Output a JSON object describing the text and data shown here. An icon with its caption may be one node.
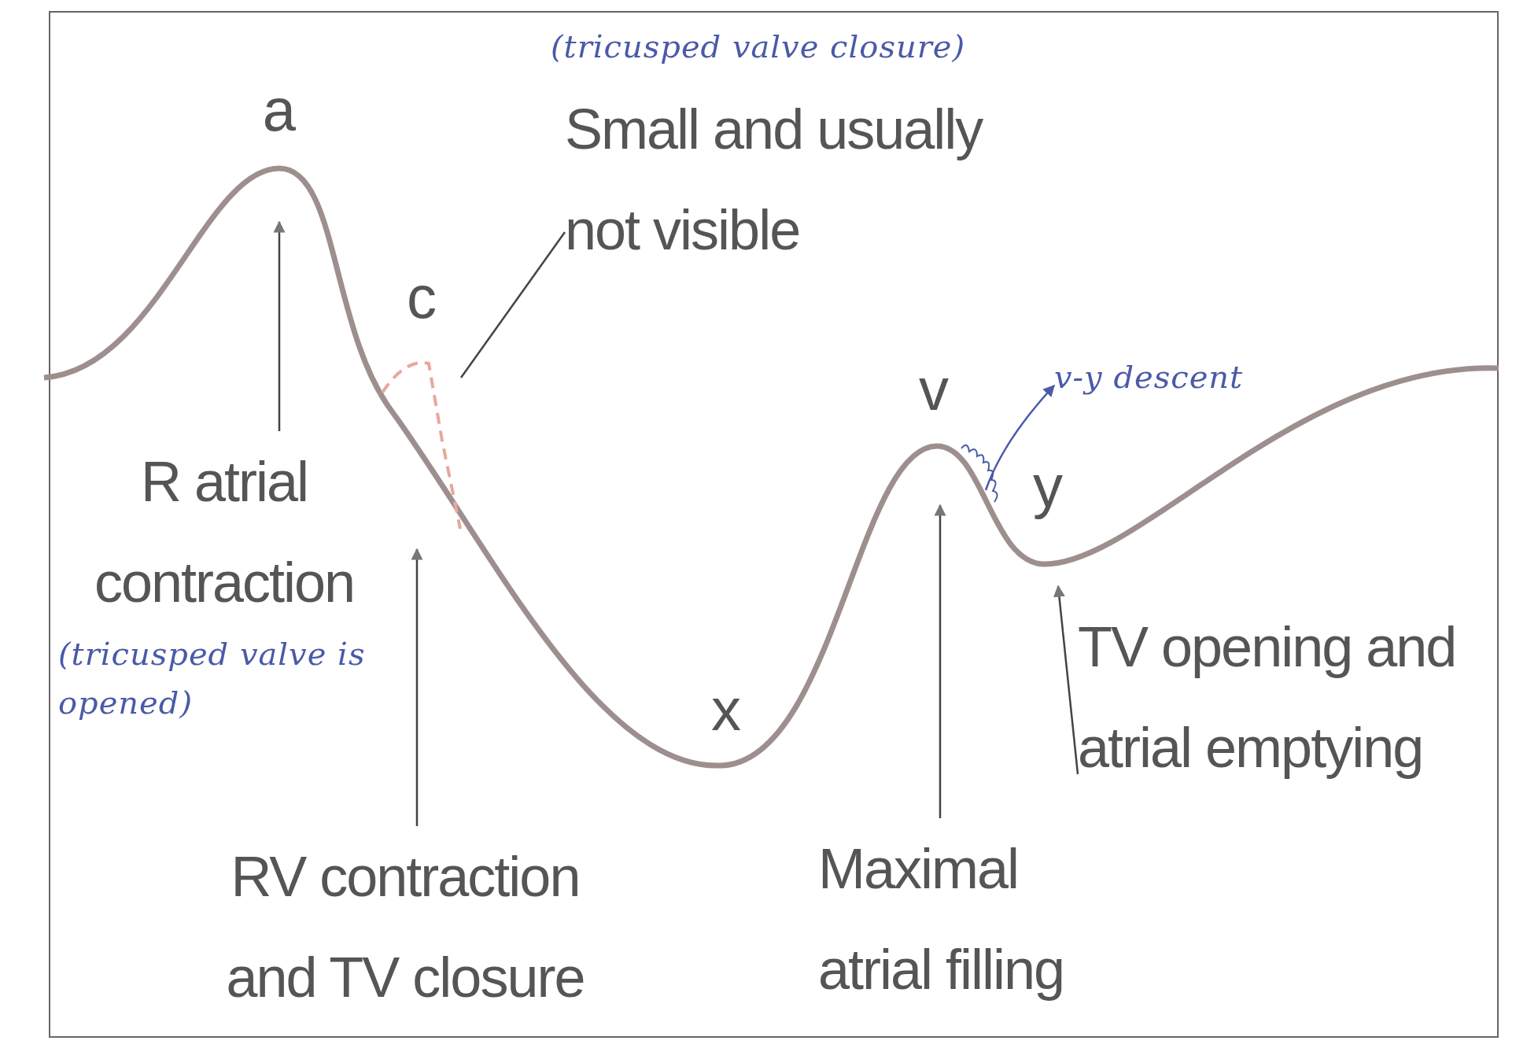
{
  "diagram": {
    "nodes": [
      {
        "text": [
          "R atrial contraction"
        ]
      },
      {
        "text": [
          "RV contraction and TV closure"
        ]
      },
      {
        "text": [
          "Small and usually not visible"
        ]
      },
      {
        "text": [
          "Maximal atrial filling"
        ]
      },
      {
        "text": [
          "TV opening and atrial emptying"
        ]
      },
      {
        "text": [
          "v-y descent"
        ]
      }
    ],
    "edges": [
      {
        "from": 0,
        "to": null,
        "arrow": "to"
      },
      {
        "from": 1,
        "to": null,
        "arrow": "to"
      },
      {
        "from": 2,
        "to": null,
        "arrow": "none"
      },
      {
        "from": 3,
        "to": null,
        "arrow": "to"
      },
      {
        "from": 4,
        "to": null,
        "arrow": "to"
      },
      {
        "from": null,
        "to": 5,
        "arrow": "to",
        "color": "#4a5aa8"
      }
    ],
    "labels": [
      "(tricusped valve closure)",
      "a",
      "c",
      "v",
      "y",
      "x",
      "(tricusped valve is opened)"
    ]
  }
}
